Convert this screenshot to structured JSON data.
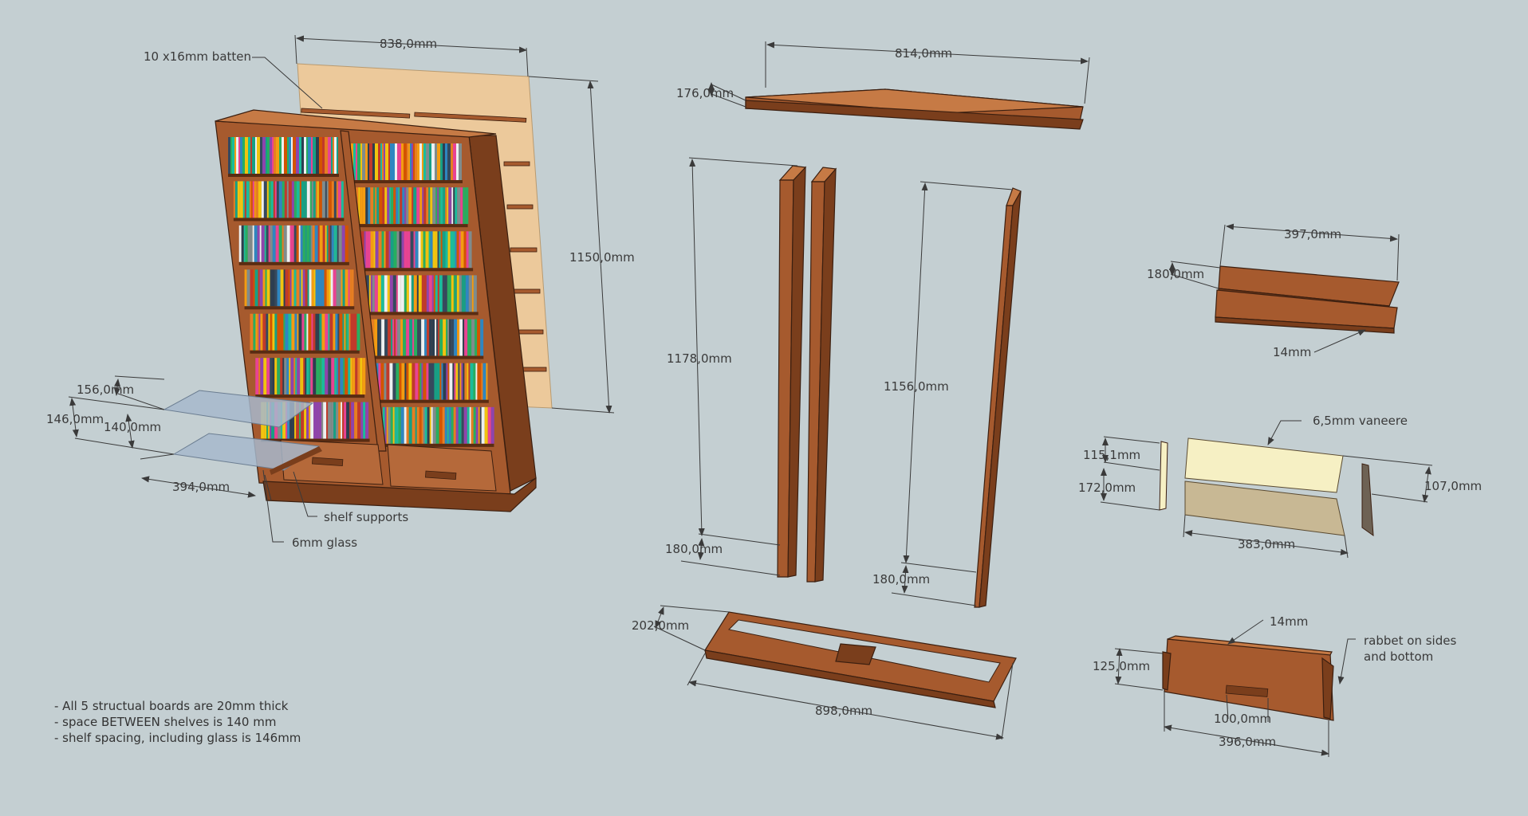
{
  "colors": {
    "background": "#c4cfd2",
    "wood": "#a65a2e",
    "back_panel": "#ecc99b",
    "glass": "#a7b8cc",
    "veneer": "#f6f0c4"
  },
  "labels": {
    "batten": "10 x16mm batten",
    "w838": "838,0mm",
    "h1150": "1150,0mm",
    "w814": "814,0mm",
    "d176": "176,0mm",
    "h1178": "1178,0mm",
    "d180a": "180,0mm",
    "h1156": "1156,0mm",
    "d180b": "180,0mm",
    "w397": "397,0mm",
    "d180c": "180,0mm",
    "t14a": "14mm",
    "veneer": "6,5mm vaneere",
    "h115": "115,1mm",
    "h172": "172,0mm",
    "h107": "107,0mm",
    "w383": "383,0mm",
    "t14b": "14mm",
    "rabbet1": "rabbet on sides",
    "rabbet2": "and bottom",
    "h125": "125,0mm",
    "w100": "100,0mm",
    "w396": "396,0mm",
    "d202": "202,0mm",
    "w898": "898,0mm",
    "d156": "156,0mm",
    "s146": "146,0mm",
    "s140": "140,0mm",
    "w394": "394,0mm",
    "shelf_supports": "shelf supports",
    "glass": "6mm glass"
  },
  "notes": [
    "- All 5 structual boards are 20mm thick",
    "- space BETWEEN shelves is 140 mm",
    "- shelf spacing, including glass is 146mm"
  ]
}
